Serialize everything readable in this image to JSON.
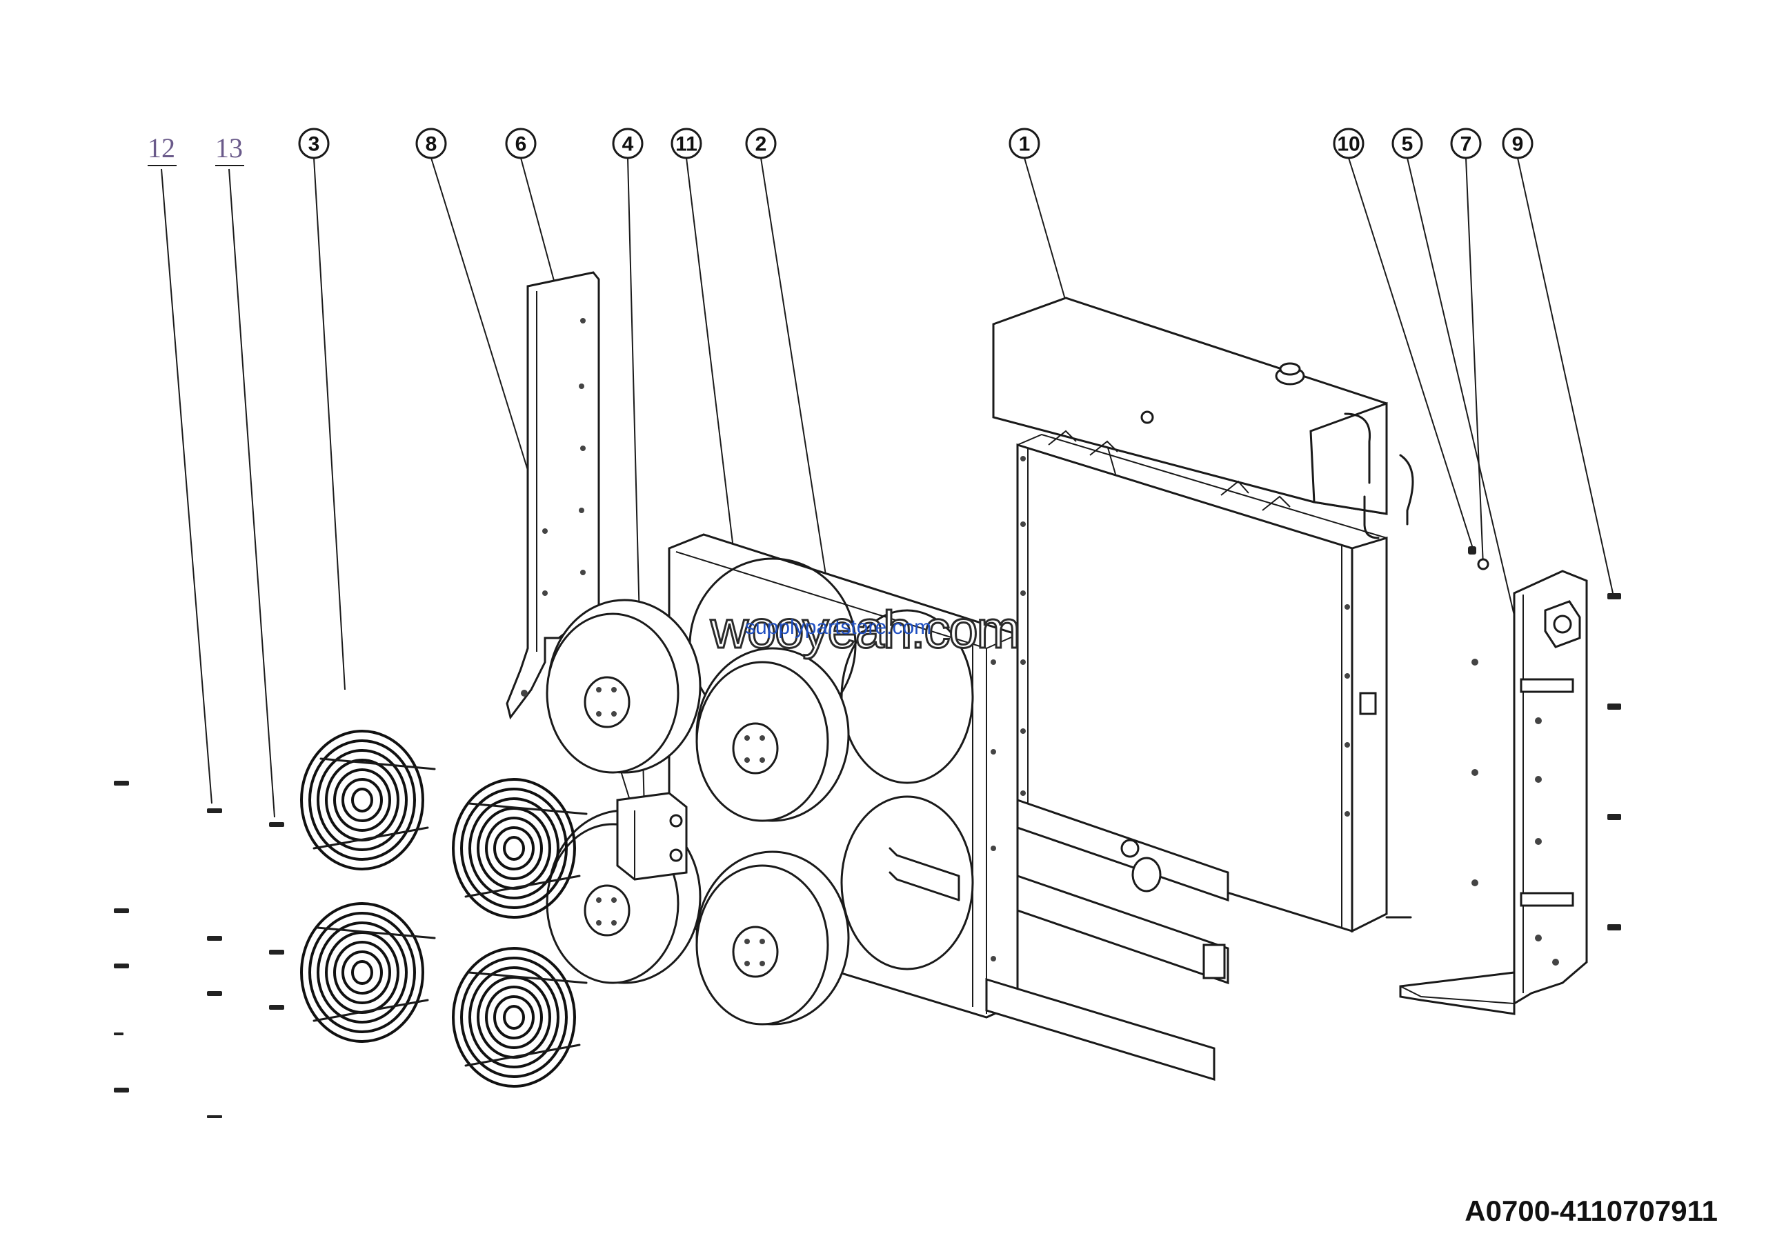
{
  "callouts": [
    {
      "id": "12",
      "style": "serif"
    },
    {
      "id": "13",
      "style": "serif"
    },
    {
      "id": "3",
      "style": "circle"
    },
    {
      "id": "8",
      "style": "circle"
    },
    {
      "id": "6",
      "style": "circle"
    },
    {
      "id": "4",
      "style": "circle"
    },
    {
      "id": "11",
      "style": "circle"
    },
    {
      "id": "2",
      "style": "circle"
    },
    {
      "id": "1",
      "style": "circle"
    },
    {
      "id": "10",
      "style": "circle"
    },
    {
      "id": "5",
      "style": "circle"
    },
    {
      "id": "7",
      "style": "circle"
    },
    {
      "id": "9",
      "style": "circle"
    }
  ],
  "watermark": "wooyeah.com",
  "watermark_small": "supplypartstore.com",
  "part_code": "A0700-4110707911",
  "colors": {
    "line": "#1a1a1a",
    "background": "#ffffff",
    "watermark_blue": "#1f4fc2",
    "serif_label": "#6a5a8a"
  }
}
